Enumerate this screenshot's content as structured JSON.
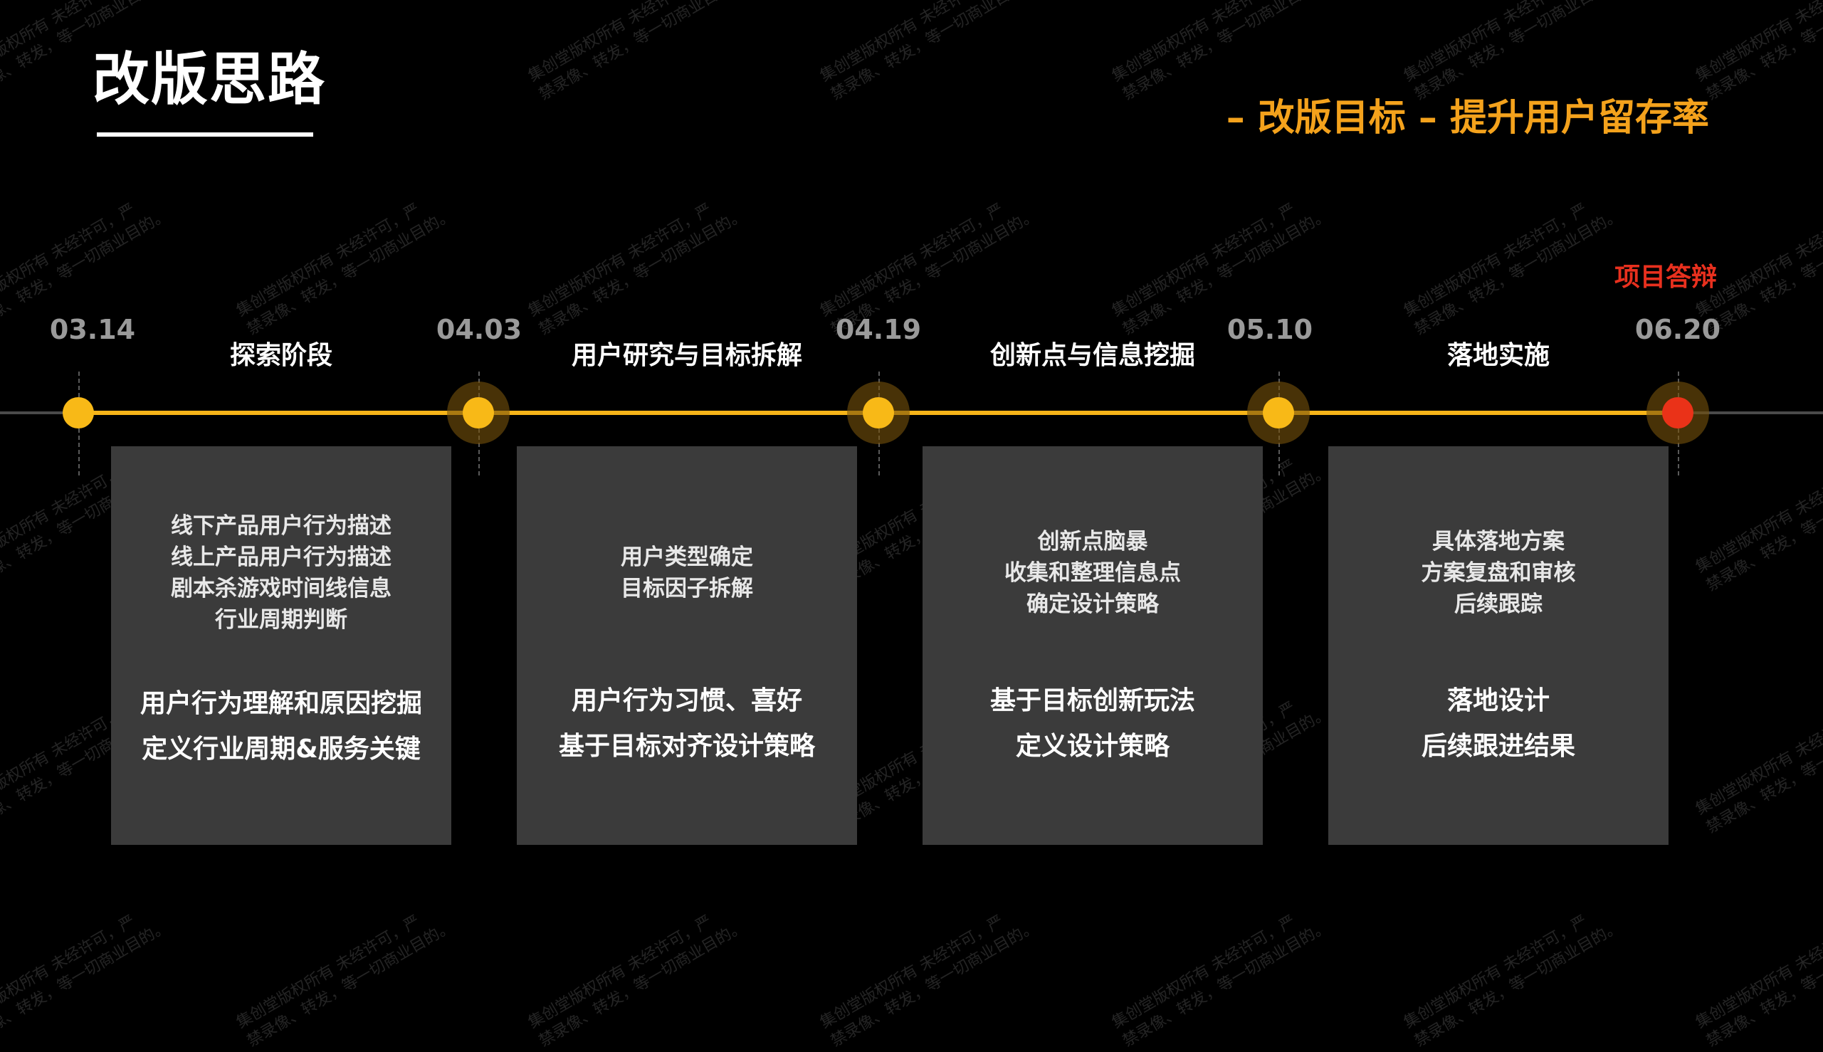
{
  "header": {
    "title": "改版思路",
    "subtitle": "– 改版目标 – 提升用户留存率"
  },
  "timeline": {
    "final_label": "项目答辩",
    "dates": [
      "03.14",
      "04.03",
      "04.19",
      "05.10",
      "06.20"
    ],
    "phases": [
      {
        "title": "探索阶段",
        "items": [
          "线下产品用户行为描述",
          "线上产品用户行为描述",
          "剧本杀游戏时间线信息",
          "行业周期判断"
        ],
        "results": [
          "用户行为理解和原因挖掘",
          "定义行业周期&服务关键"
        ]
      },
      {
        "title": "用户研究与目标拆解",
        "items": [
          "用户类型确定",
          "目标因子拆解"
        ],
        "results": [
          "用户行为习惯、喜好",
          "基于目标对齐设计策略"
        ]
      },
      {
        "title": "创新点与信息挖掘",
        "items": [
          "创新点脑暴",
          "收集和整理信息点",
          "确定设计策略"
        ],
        "results": [
          "基于目标创新玩法",
          "定义设计策略"
        ]
      },
      {
        "title": "落地实施",
        "items": [
          "具体落地方案",
          "方案复盘和审核",
          "后续跟踪"
        ],
        "results": [
          "落地设计",
          "后续跟进结果"
        ]
      }
    ]
  },
  "watermark": {
    "line1": "集创堂版权所有 未经许可，严",
    "line2": "禁录像、转发，等一切商业目的。"
  },
  "colors": {
    "accent": "#f6b419",
    "final": "#ea3218",
    "card": "#3b3b3b",
    "date": "#9a9a9a"
  }
}
